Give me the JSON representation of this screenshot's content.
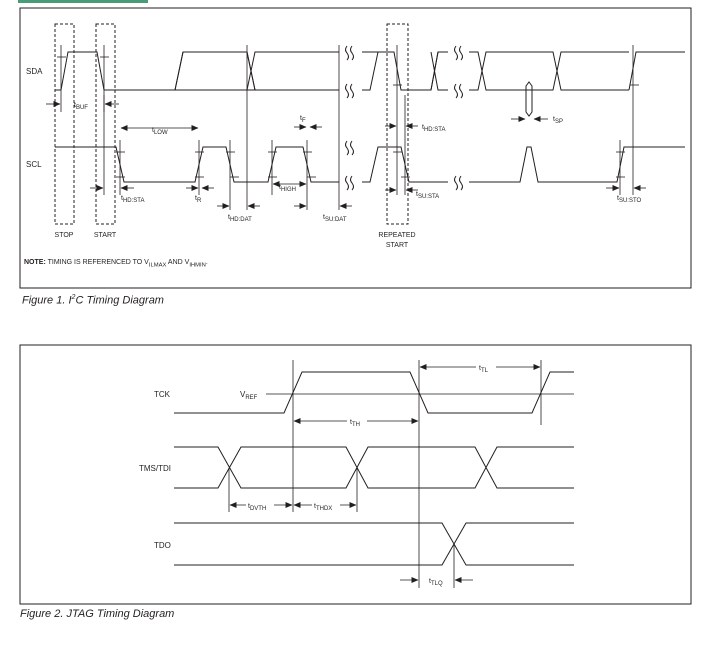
{
  "figure1": {
    "caption_prefix": "Figure 1. I",
    "caption_sup": "2",
    "caption_suffix": "C Timing Diagram",
    "signals": {
      "sda": "SDA",
      "scl": "SCL"
    },
    "timing_labels": {
      "t_buf": {
        "base": "t",
        "sub": "BUF"
      },
      "t_low": {
        "base": "t",
        "sub": "LOW"
      },
      "t_f": {
        "base": "t",
        "sub": "F"
      },
      "t_hd_sta_1": {
        "base": "t",
        "sub": "HD:STA"
      },
      "t_r": {
        "base": "t",
        "sub": "R"
      },
      "t_hd_dat": {
        "base": "t",
        "sub": "HD:DAT"
      },
      "t_high": {
        "base": "t",
        "sub": "HIGH"
      },
      "t_su_dat": {
        "base": "t",
        "sub": "SU:DAT"
      },
      "t_hd_sta_2": {
        "base": "t",
        "sub": "HD:STA"
      },
      "t_su_sta": {
        "base": "t",
        "sub": "SU:STA"
      },
      "t_sp": {
        "base": "t",
        "sub": "SP"
      },
      "t_su_sto": {
        "base": "t",
        "sub": "SU:STO"
      }
    },
    "conditions": {
      "stop": "STOP",
      "start": "START",
      "repeated_start_line1": "REPEATED",
      "repeated_start_line2": "START"
    },
    "note": {
      "bold": "NOTE:",
      "text1": " TIMING IS REFERENCED TO V",
      "sub1": "ILMAX",
      "text2": " AND V",
      "sub2": "IHMIN",
      "text3": "."
    }
  },
  "figure2": {
    "caption": "Figure 2. JTAG Timing Diagram",
    "signals": {
      "tck": "TCK",
      "tms_tdi": "TMS/TDI",
      "tdo": "TDO"
    },
    "vref": {
      "base": "V",
      "sub": "REF"
    },
    "timing_labels": {
      "t_tl": {
        "base": "t",
        "sub": "TL"
      },
      "t_th": {
        "base": "t",
        "sub": "TH"
      },
      "t_dvth": {
        "base": "t",
        "sub": "DVTH"
      },
      "t_thdx": {
        "base": "t",
        "sub": "THDX"
      },
      "t_tlq": {
        "base": "t",
        "sub": "TLQ"
      }
    }
  }
}
